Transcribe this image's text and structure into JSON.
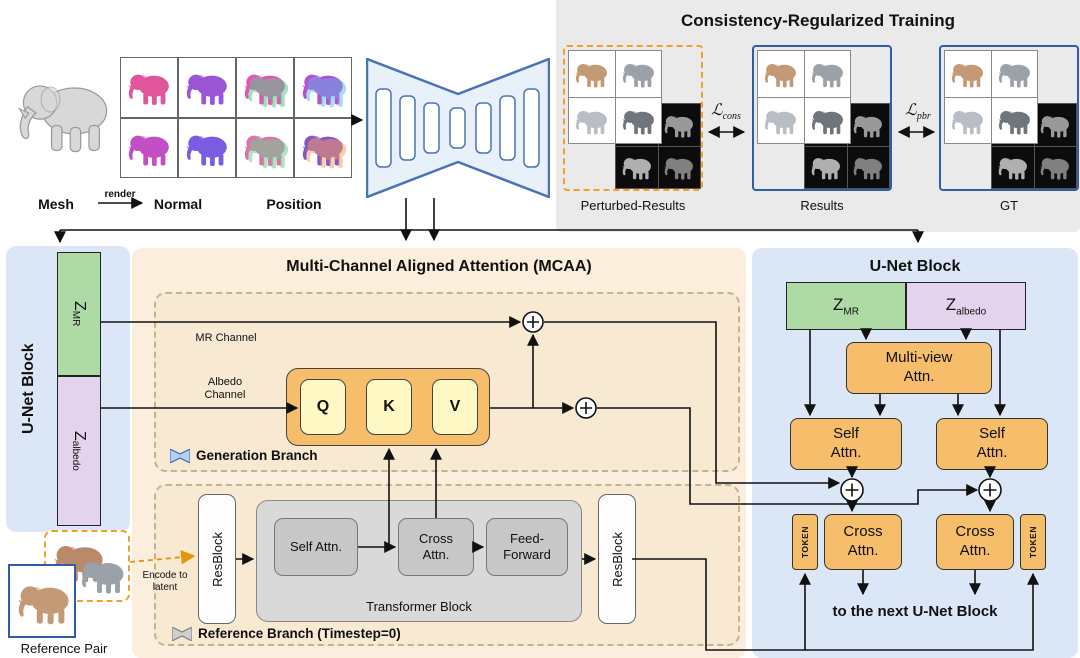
{
  "colors": {
    "panel-blue": "#dbe7f6",
    "panel-cream": "#fbeedd",
    "inner-cream": "#f8e9d2",
    "green": "#aedaa5",
    "purple": "#e4d3ec",
    "orange-fill": "#f6bd6b",
    "yellow": "#fdf8c4",
    "gray-panel": "#eaeaea",
    "blue-border": "#2f5da8",
    "orange-dashed": "#f0a030",
    "unet-fill": "#e8f0fa",
    "unet-stroke": "#4a74b4",
    "gray-box": "#d9d9d9",
    "gray-inner": "#c7c7c7"
  },
  "top": {
    "mesh_label": "Mesh",
    "render_label": "render",
    "normal_label": "Normal",
    "position_label": "Position"
  },
  "consistency": {
    "title": "Consistency-Regularized Training",
    "groups": [
      {
        "label": "Perturbed-Results"
      },
      {
        "label": "Results"
      },
      {
        "label": "GT"
      }
    ],
    "loss_cons": {
      "symbol": "ℒ",
      "sub": "cons"
    },
    "loss_pbr": {
      "symbol": "ℒ",
      "sub": "pbr"
    }
  },
  "left_block": {
    "title": "U-Net Block",
    "z_mr": {
      "base": "Z",
      "sub": "MR"
    },
    "z_albedo": {
      "base": "Z",
      "sub": "albedo"
    }
  },
  "mcaa": {
    "title": "Multi-Channel Aligned Attention (MCAA)",
    "mr_channel_label": "MR Channel",
    "albedo_channel_label": "Albedo Channel",
    "q_label": "Q",
    "k_label": "K",
    "v_label": "V",
    "generation_branch_label": "Generation Branch",
    "reference_branch_label": "Reference Branch (Timestep=0)",
    "resblock_label": "ResBlock",
    "transformer_label": "Transformer Block",
    "self_attn_label": "Self Attn.",
    "cross_attn_label": "Cross Attn.",
    "feed_forward_label": "Feed-Forward",
    "encode_label": "Encode to latent"
  },
  "right_block": {
    "title": "U-Net Block",
    "z_mr": {
      "base": "Z",
      "sub": "MR"
    },
    "z_albedo": {
      "base": "Z",
      "sub": "albedo"
    },
    "multi_view_attn_label": "Multi-view Attn.",
    "self_attn_label": "Self Attn.",
    "cross_attn_label": "Cross Attn.",
    "token_label": "TOKEN",
    "footer_label": "to the next U-Net Block"
  },
  "reference_pair_label": "Reference Pair"
}
